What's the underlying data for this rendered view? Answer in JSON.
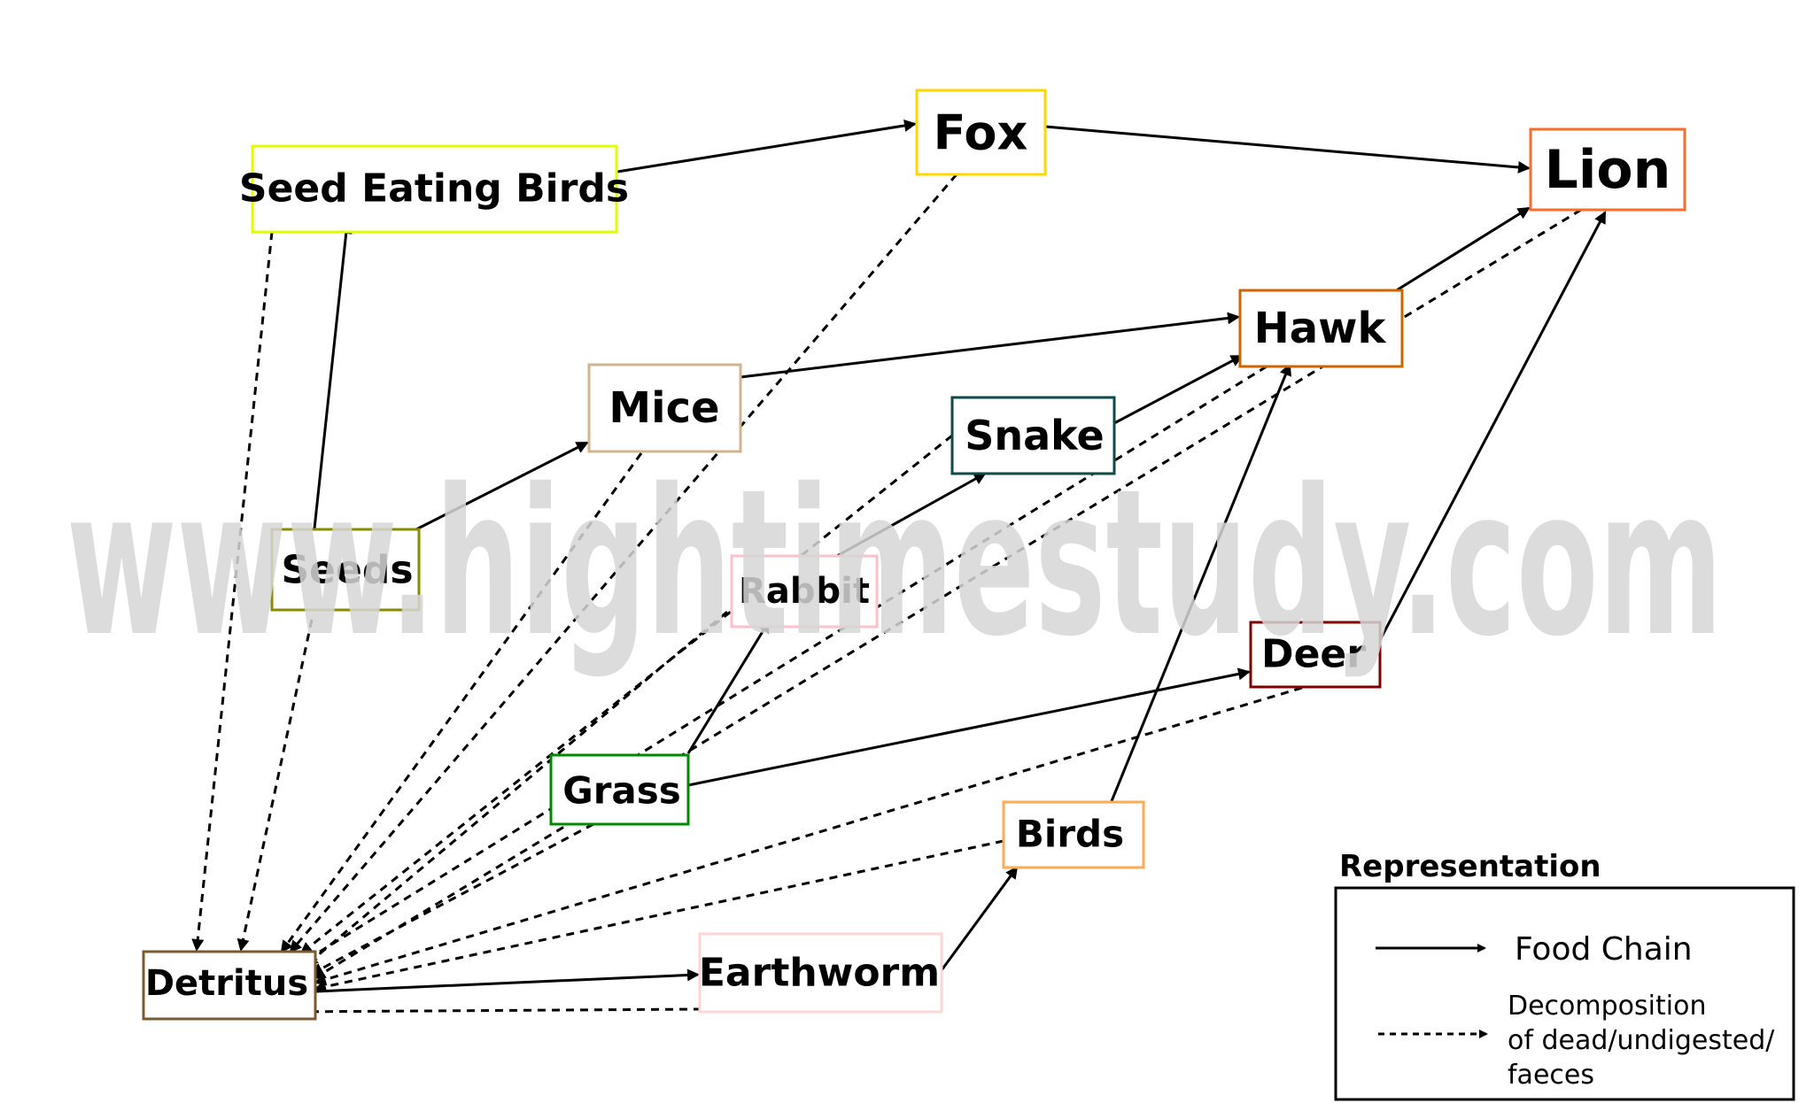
{
  "watermark": "www.hightimestudy.com",
  "nodes": {
    "seed_eating_birds": {
      "label": "Seed Eating Birds",
      "color": "#dfff00"
    },
    "fox": {
      "label": "Fox",
      "color": "#ffd700"
    },
    "lion": {
      "label": "Lion",
      "color": "#ff6a2a"
    },
    "mice": {
      "label": "Mice",
      "color": "#d2b48c"
    },
    "hawk": {
      "label": "Hawk",
      "color": "#cc6600"
    },
    "snake": {
      "label": "Snake",
      "color": "#0e4a4a"
    },
    "seeds": {
      "label": "Seeds",
      "color": "#8b8b00"
    },
    "rabbit": {
      "label": "Rabbit",
      "color": "#ffc0cb"
    },
    "deer": {
      "label": "Deer",
      "color": "#800000"
    },
    "grass": {
      "label": "Grass",
      "color": "#008a00"
    },
    "birds": {
      "label": "Birds",
      "color": "#ffaa55"
    },
    "detritus": {
      "label": "Detritus",
      "color": "#7a5a30"
    },
    "earthworm": {
      "label": "Earthworm",
      "color": "#ffd6d6"
    }
  },
  "food_chain_edges": [
    [
      "Seeds",
      "Seed Eating Birds"
    ],
    [
      "Seed Eating Birds",
      "Fox"
    ],
    [
      "Fox",
      "Lion"
    ],
    [
      "Seeds",
      "Mice"
    ],
    [
      "Mice",
      "Hawk"
    ],
    [
      "Hawk",
      "Lion"
    ],
    [
      "Rabbit",
      "Snake"
    ],
    [
      "Snake",
      "Hawk"
    ],
    [
      "Grass",
      "Rabbit"
    ],
    [
      "Grass",
      "Deer"
    ],
    [
      "Deer",
      "Lion"
    ],
    [
      "Birds",
      "Hawk"
    ],
    [
      "Earthworm",
      "Birds"
    ],
    [
      "Detritus",
      "Earthworm"
    ]
  ],
  "decomposition_edges": [
    [
      "Seed Eating Birds",
      "Detritus"
    ],
    [
      "Seeds",
      "Detritus"
    ],
    [
      "Fox",
      "Detritus"
    ],
    [
      "Mice",
      "Detritus"
    ],
    [
      "Snake",
      "Detritus"
    ],
    [
      "Hawk",
      "Detritus"
    ],
    [
      "Lion",
      "Detritus"
    ],
    [
      "Rabbit",
      "Detritus"
    ],
    [
      "Grass",
      "Detritus"
    ],
    [
      "Deer",
      "Detritus"
    ],
    [
      "Birds",
      "Detritus"
    ],
    [
      "Earthworm",
      "Detritus"
    ]
  ],
  "legend": {
    "title": "Representation",
    "food_chain_label": "Food Chain",
    "decomposition_line1": "Decomposition",
    "decomposition_line2": "of dead/undigested/",
    "decomposition_line3": "faeces"
  }
}
